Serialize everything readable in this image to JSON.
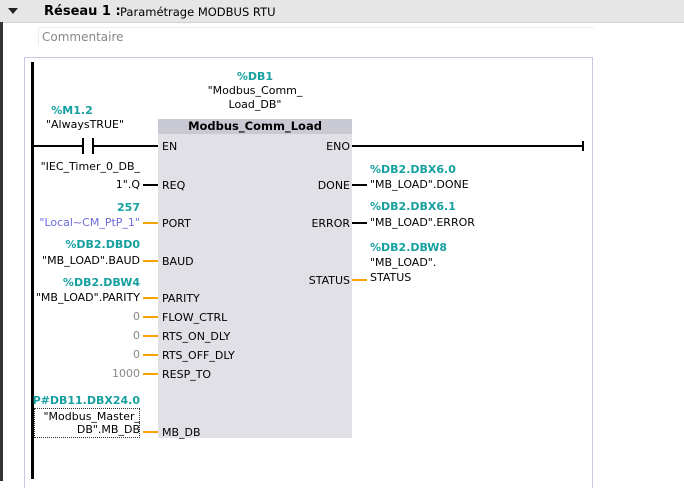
{
  "network": {
    "label": "Réseau 1 :",
    "title": "Paramétrage MODBUS RTU",
    "comment_placeholder": "Commentaire"
  },
  "block": {
    "instance_addr": "%DB1",
    "instance_name1": "\"Modbus_Comm_",
    "instance_name2": "Load_DB\"",
    "type": "Modbus_Comm_Load"
  },
  "contact": {
    "addr": "%M1.2",
    "name": "\"AlwaysTRUE\""
  },
  "inputs": {
    "en": "EN",
    "req": "REQ",
    "port": "PORT",
    "baud": "BAUD",
    "parity": "PARITY",
    "flow": "FLOW_CTRL",
    "rtson": "RTS_ON_DLY",
    "rtsoff": "RTS_OFF_DLY",
    "resp": "RESP_TO",
    "mbdb": "MB_DB"
  },
  "outputs": {
    "eno": "ENO",
    "done": "DONE",
    "error": "ERROR",
    "status": "STATUS"
  },
  "operands": {
    "req1": "\"IEC_Timer_0_DB_",
    "req2": "1\".Q",
    "port_addr": "257",
    "port_name": "\"Local~CM_PtP_1\"",
    "baud_addr": "%DB2.DBD0",
    "baud_name": "\"MB_LOAD\".BAUD",
    "parity_addr": "%DB2.DBW4",
    "parity_name": "\"MB_LOAD\".PARITY",
    "flow": "0",
    "rtson": "0",
    "rtsoff": "0",
    "resp": "1000",
    "mbdb_addr": "P#DB11.DBX24.0",
    "mbdb1": "\"Modbus_Master_",
    "mbdb2": "DB\".MB_DB",
    "done_addr": "%DB2.DBX6.0",
    "done_name": "\"MB_LOAD\".DONE",
    "error_addr": "%DB2.DBX6.1",
    "error_name": "\"MB_LOAD\".ERROR",
    "status_addr": "%DB2.DBW8",
    "status1": "\"MB_LOAD\".",
    "status2": "STATUS"
  }
}
